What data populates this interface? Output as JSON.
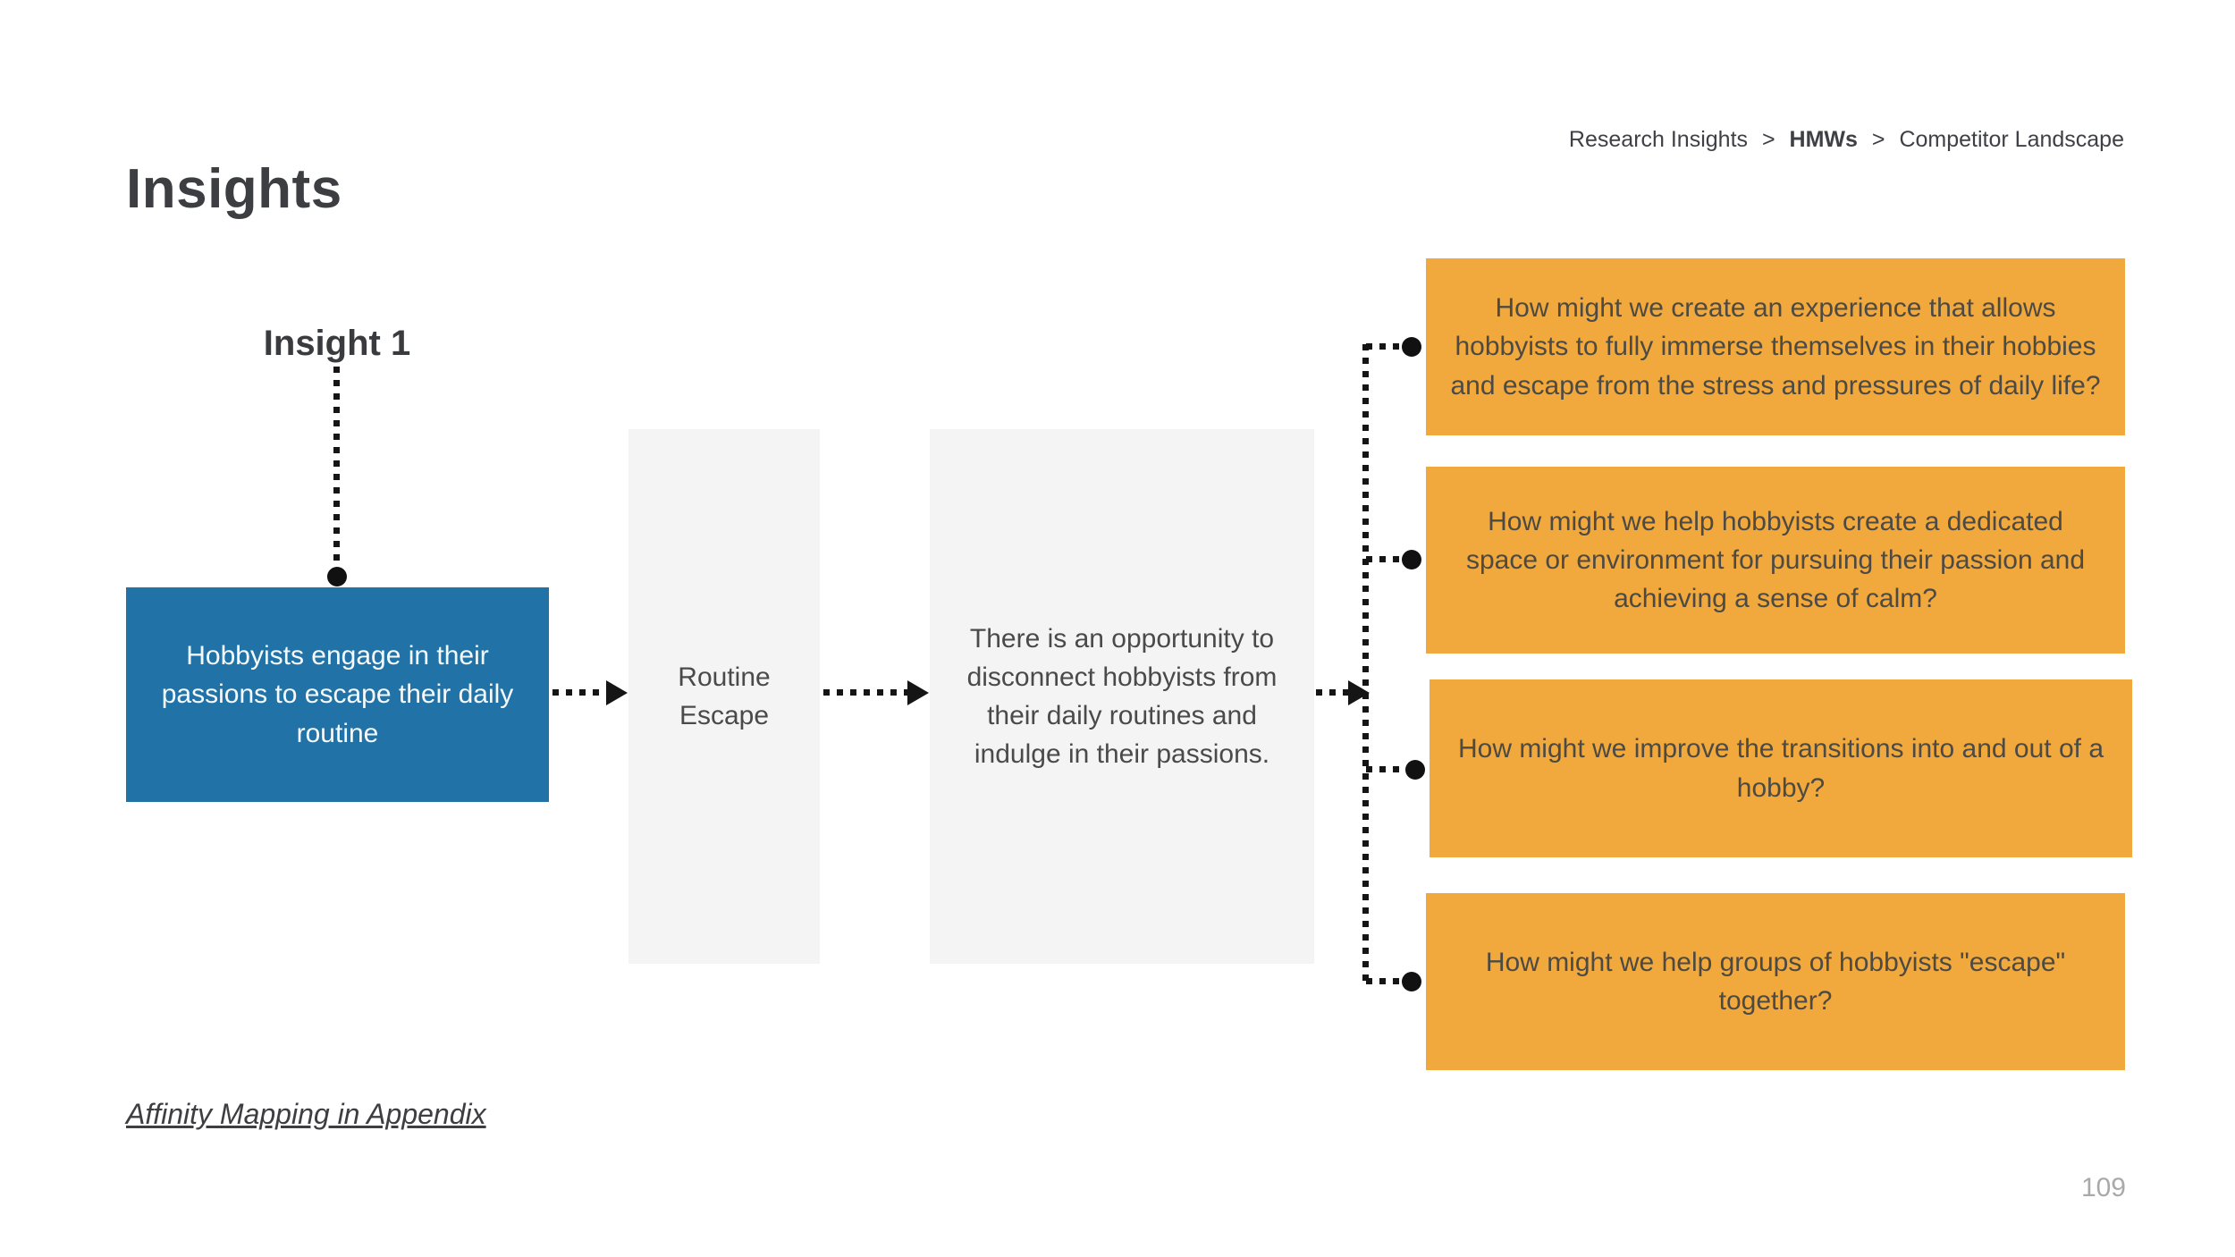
{
  "slide": {
    "title": "Insights",
    "footer_link": "Affinity Mapping in Appendix",
    "page_number": "109"
  },
  "breadcrumb": {
    "separator": ">",
    "items": [
      {
        "label": "Research Insights",
        "current": false
      },
      {
        "label": "HMWs",
        "current": true
      },
      {
        "label": "Competitor Landscape",
        "current": false
      }
    ]
  },
  "diagram": {
    "insight_label": "Insight 1",
    "insight_box": "Hobbyists engage in their passions to escape their daily routine",
    "theme_box": "Routine Escape",
    "opportunity_box": "There is an opportunity to disconnect hobbyists  from their daily routines and indulge in their passions.",
    "hmw_boxes": [
      "How might we create an experience that allows hobbyists to fully immerse themselves in their hobbies and escape from the stress and pressures of daily life?",
      "How might we help hobbyists create a dedicated space or environment for pursuing their passion and achieving a sense of calm?",
      "How might we improve the transitions into and out of a hobby?",
      "How might we help groups of hobbyists \"escape\" together?"
    ],
    "colors": {
      "insight_box_bg": "#2173A7",
      "insight_box_text": "#F6FAFC",
      "hmw_box_bg": "#F1A83D",
      "neutral_box_bg": "#F4F4F4",
      "connector": "#151515",
      "text_dark": "#4A4A4A"
    }
  }
}
